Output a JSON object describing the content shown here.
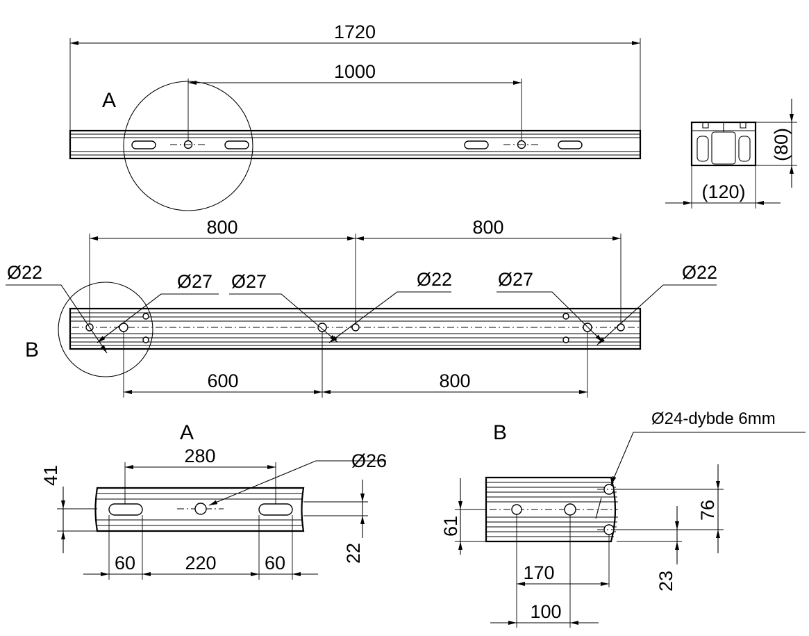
{
  "views": {
    "top": {
      "overall_length": "1720",
      "hole_spacing": "1000",
      "detail_label": "A"
    },
    "section": {
      "height": "(80)",
      "width": "(120)"
    },
    "front": {
      "detail_label": "B",
      "upper_spacing_1": "800",
      "upper_spacing_2": "800",
      "lower_spacing_1": "600",
      "lower_spacing_2": "800",
      "hole_callouts": [
        "Ø22",
        "Ø27",
        "Ø27",
        "Ø22",
        "Ø27",
        "Ø22"
      ]
    },
    "detail_a": {
      "title": "A",
      "slot_spacing": "280",
      "hole_diameter": "Ø26",
      "height_top": "41",
      "height_bottom": "22",
      "slot_length_left": "60",
      "slot_gap": "220",
      "slot_length_right": "60"
    },
    "detail_b": {
      "title": "B",
      "counterbore_note": "Ø24-dybde 6mm",
      "height_left": "61",
      "height_right": "76",
      "height_bottom": "23",
      "offset_1": "170",
      "offset_2": "100"
    }
  }
}
